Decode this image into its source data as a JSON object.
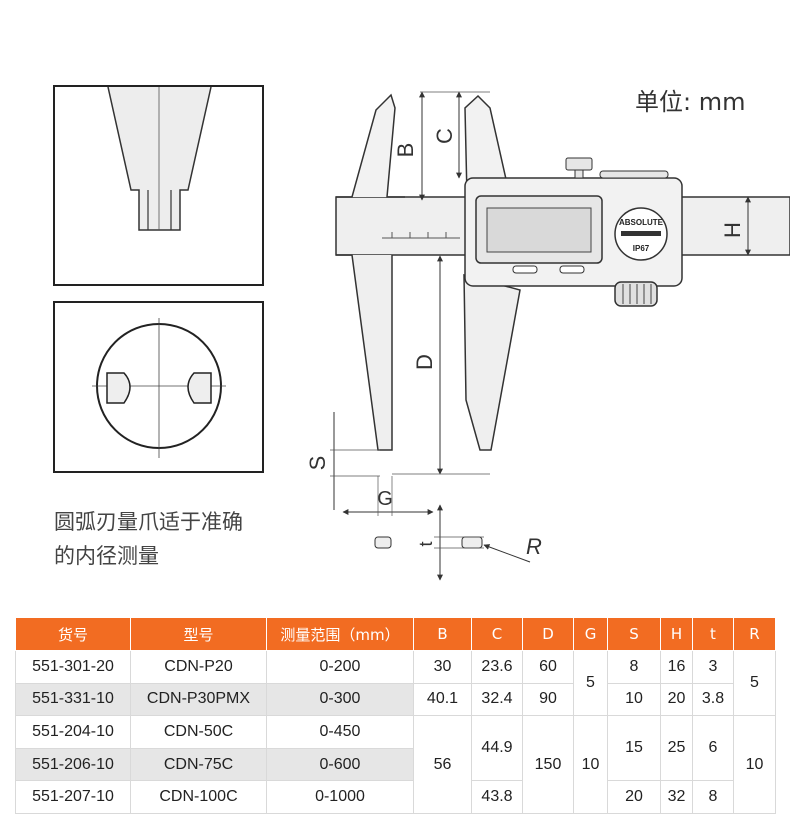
{
  "unit_label": "单位: mm",
  "caption_line1": "圆弧刃量爪适于准确",
  "caption_line2": "的内径测量",
  "diagram": {
    "dim_letters": [
      "B",
      "C",
      "D",
      "H",
      "S",
      "G",
      "t",
      "R"
    ],
    "brand_mark": "ABSOLUTE",
    "ip_mark": "IP67"
  },
  "table": {
    "headers": [
      "货号",
      "型号",
      "测量范围（mm）",
      "B",
      "C",
      "D",
      "G",
      "S",
      "H",
      "t",
      "R"
    ],
    "rows": [
      {
        "part_no": "551-301-20",
        "model": "CDN-P20",
        "range": "0-200",
        "B": "30",
        "C": "23.6",
        "D": "60",
        "G": "5",
        "S": "8",
        "H": "16",
        "t": "3",
        "R": "5"
      },
      {
        "part_no": "551-331-10",
        "model": "CDN-P30PMX",
        "range": "0-300",
        "B": "40.1",
        "C": "32.4",
        "D": "90",
        "S": "10",
        "H": "20",
        "t": "3.8"
      },
      {
        "part_no": "551-204-10",
        "model": "CDN-50C",
        "range": "0-450",
        "B": "56",
        "C": "44.9",
        "D": "150",
        "G": "10",
        "S": "15",
        "H": "25",
        "t": "6",
        "R": "10"
      },
      {
        "part_no": "551-206-10",
        "model": "CDN-75C",
        "range": "0-600"
      },
      {
        "part_no": "551-207-10",
        "model": "CDN-100C",
        "range": "0-1000",
        "C": "43.8",
        "S": "20",
        "H": "32",
        "t": "8"
      }
    ]
  }
}
